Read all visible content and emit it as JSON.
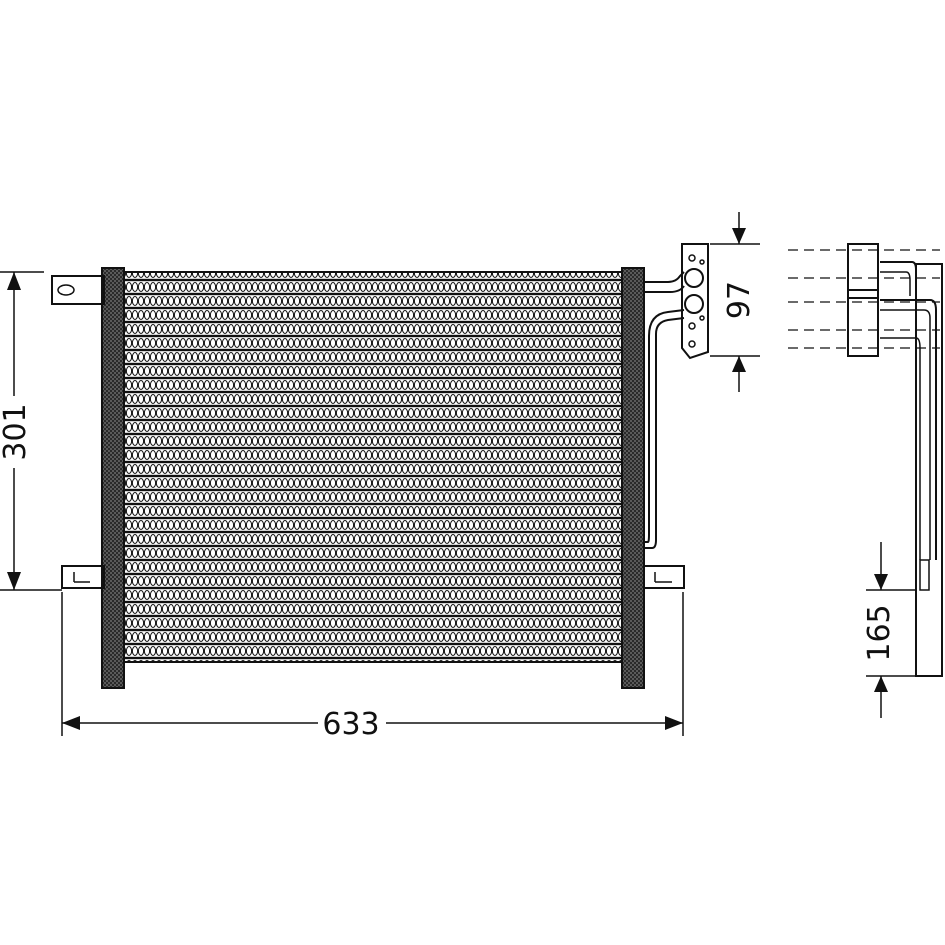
{
  "drawing": {
    "dimensions": {
      "width_label": "633",
      "height_label": "301",
      "connector_spacing_label": "97",
      "depth_offset_label": "165"
    }
  }
}
